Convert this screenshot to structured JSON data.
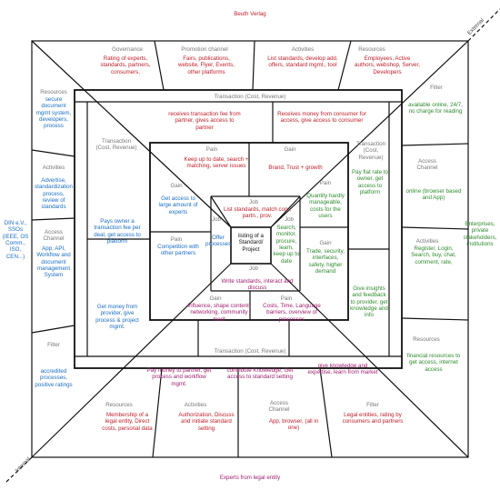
{
  "outer": {
    "top": "Beuth Verlag",
    "bottom": "Experts from legal entity",
    "left": "DIN e.V., SSOs (IEEE, OS Comm., ISO, CEN...)",
    "right": "Enterprises, private stakeholders, institutions",
    "external": "External",
    "internal": "Internal"
  },
  "top_row": [
    {
      "head": "Governance",
      "body": "Rating of experts, standards, partners, consumers,"
    },
    {
      "head": "Promotion channel",
      "body": "Fairs, publications, website, Flyer, Events, other platforms"
    },
    {
      "head": "Activities",
      "body": "List standards, develop add. offers,  standard mgmt., tool"
    },
    {
      "head": "Resources",
      "body": "Employees, Active authors, webshop, Server, Developers"
    }
  ],
  "left_col": [
    {
      "head": "Resources",
      "body": "secure document mgmt system, developers, process"
    },
    {
      "head": "Activities",
      "body": "Advertise, standardization process, review of standards"
    },
    {
      "head": "Access Channel",
      "body": "App, API, Workflow and document management System"
    },
    {
      "head": "Filter",
      "body": "accredited processes, positive ratings"
    }
  ],
  "right_col": [
    {
      "head": "Filter",
      "body": "available online, 24/7, no charge for reading"
    },
    {
      "head": "Access Channel",
      "body": "online (browser based and App)"
    },
    {
      "head": "Activities",
      "body": "Register, Login, Search, buy, chat, comment, rate,"
    },
    {
      "head": "Resources",
      "body": "financial resources to get access, internet access"
    }
  ],
  "bottom_row": [
    {
      "head": "Resources",
      "body": "Membership of a legal entity, Direct costs, personal data"
    },
    {
      "head": "Activities",
      "body": "Authorization, Discuss and initiate standard setting"
    },
    {
      "head": "Access Channel",
      "body": "App, browser, (all in one)"
    },
    {
      "head": "Filter",
      "body": "Legal entities, rating by consumers and partners"
    }
  ],
  "transaction": {
    "label": "Transaction (Cost, Revenue)",
    "top_left": "receives transaction fee from partner, gives access to partner",
    "top_right": "Receives money from consumer for access, give access to consumer",
    "left_label": "Transaction (Cost, Revenue)",
    "left_top": "",
    "left_bottom": "Pays owner a transaction fee per deal, get access to platform",
    "left_lower": "Get money from provider, give process & project mgmt.",
    "right_label": "Transaction (Cost, Revenue)",
    "right_top": "Pay flat rate to owner, get access to platform",
    "right_lower": "Give insights and feedback to provider, get knowledge and info",
    "bottom_label": "Transaction (Cost, Revenue)",
    "bottom_left": "Pay money to partner, get process and workflow mgmt.",
    "bottom_mid": "contribute Knowledge, Get access to standard setting",
    "bottom_right": "give knowledge and expertise, learn from market"
  },
  "pain_gain": {
    "top_pain_head": "Pain",
    "top_pain": "Keep up to date, search + matching, server issues",
    "top_gain_head": "Gain",
    "top_gain": "Brand, Trust + growth",
    "left_gain_head": "Gain",
    "left_gain": "Get access to large amount of experts",
    "left_pain_head": "Pain",
    "left_pain": "Competition with other partners",
    "right_pain_head": "Pain",
    "right_pain": "Quantity hardly manageable, costs for the users",
    "right_gain_head": "Gain",
    "right_gain": "Trade, security, interfaces, safety, higher demand",
    "bottom_gain_head": "Gain",
    "bottom_gain": "Influence, shape content, networking, community merit",
    "bottom_pain_head": "Pain",
    "bottom_pain": "Costs, Time, Language barriers, overview of processes"
  },
  "jobs": {
    "top_head": "Job",
    "top": "List standards, match con., partn., prov.",
    "left_head": "Job",
    "left": "Offer processes",
    "right_head": "Job",
    "right": "Search, monitor, procure, learn, keep up to date",
    "bottom_head": "Job",
    "bottom": "Write standards, interact and discuss",
    "center": "listing of a Standard/ Project"
  }
}
